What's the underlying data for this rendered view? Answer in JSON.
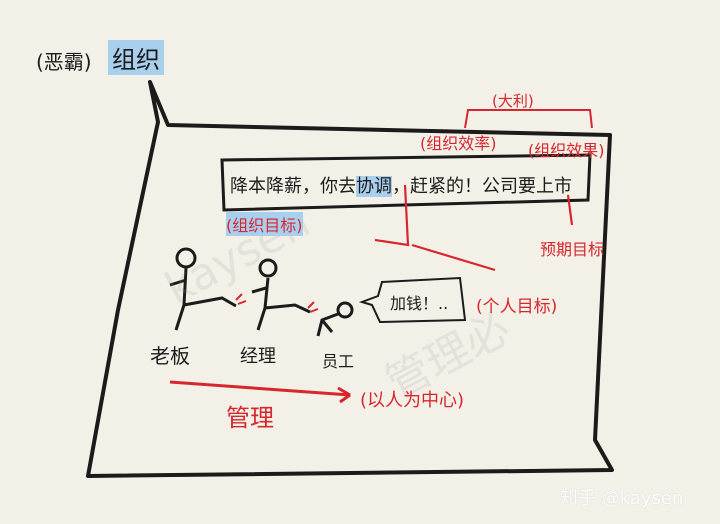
{
  "title": {
    "prefix": "(恶霸)",
    "main": "组织"
  },
  "sentence": {
    "part1": "降本降薪，你去",
    "highlight": "协调",
    "part2": "，赶紧的！公司要上市"
  },
  "labels": {
    "org_goal": "(组织目标)",
    "org_efficiency": "(组织效率)",
    "org_effect": "(组织效果)",
    "both": "(大利)",
    "expected_goal": "预期目标",
    "personal_goal": "(个人目标)",
    "speech": "加钱！..",
    "boss": "老板",
    "manager": "经理",
    "employee": "员工",
    "management": "管理",
    "people_center": "(以人为中心)"
  },
  "watermark": "知乎 @kaysen",
  "colors": {
    "ink": "#1b1b1b",
    "red": "#d8262f",
    "highlight": "#a9cfee",
    "paper": "#f3f1e7"
  }
}
